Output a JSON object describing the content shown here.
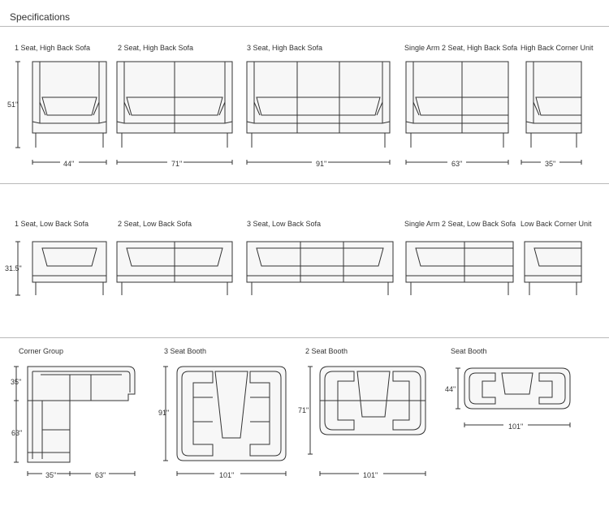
{
  "header": {
    "title": "Specifications"
  },
  "rows": {
    "high_back": {
      "items": [
        {
          "label": "1 Seat, High Back Sofa",
          "width": "44\""
        },
        {
          "label": "2 Seat, High Back Sofa",
          "width": "71\""
        },
        {
          "label": "3 Seat, High Back Sofa",
          "width": "91\""
        },
        {
          "label": "Single Arm 2 Seat, High Back Sofa",
          "width": "63\""
        },
        {
          "label": "High Back Corner Unit",
          "width": "35\""
        }
      ],
      "height": "51\""
    },
    "low_back": {
      "items": [
        {
          "label": "1 Seat, Low Back Sofa"
        },
        {
          "label": "2 Seat, Low Back Sofa"
        },
        {
          "label": "3 Seat, Low Back Sofa"
        },
        {
          "label": "Single Arm 2 Seat, Low Back Sofa"
        },
        {
          "label": "Low Back Corner Unit"
        }
      ],
      "height": "31.5\""
    },
    "plans": {
      "corner_group": {
        "label": "Corner Group",
        "dim_top": "35\"",
        "dim_side": "63\"",
        "dim_bottom_a": "35\"",
        "dim_bottom_b": "63\""
      },
      "three_seat_booth": {
        "label": "3 Seat Booth",
        "depth": "91\"",
        "width": "101\""
      },
      "two_seat_booth": {
        "label": "2 Seat Booth",
        "depth": "71\"",
        "width": "101\""
      },
      "seat_booth": {
        "label": "Seat Booth",
        "depth": "44\"",
        "width": "101\""
      }
    }
  },
  "colors": {
    "line": "#333333",
    "rule": "#b9b9b9",
    "fill": "#f7f7f7"
  }
}
